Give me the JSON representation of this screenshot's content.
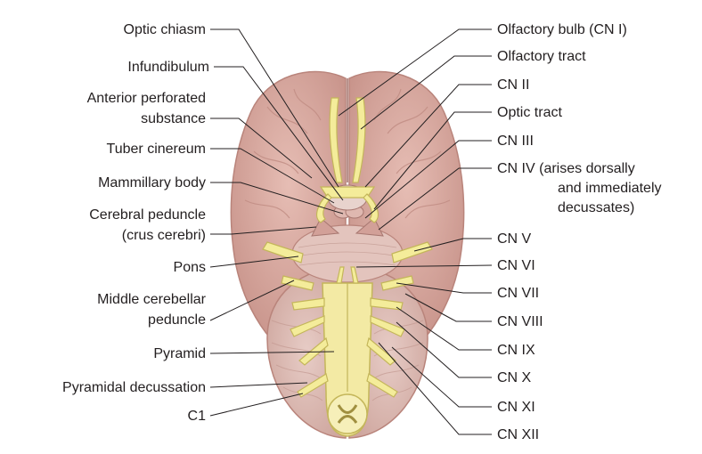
{
  "labels_left": [
    {
      "id": "optic-chiasm",
      "lines": [
        "Optic chiasm"
      ]
    },
    {
      "id": "infundibulum",
      "lines": [
        "Infundibulum"
      ]
    },
    {
      "id": "anterior-perforated-substance",
      "lines": [
        "Anterior perforated",
        "substance"
      ]
    },
    {
      "id": "tuber-cinereum",
      "lines": [
        "Tuber cinereum"
      ]
    },
    {
      "id": "mammillary-body",
      "lines": [
        "Mammillary body"
      ]
    },
    {
      "id": "cerebral-peduncle",
      "lines": [
        "Cerebral peduncle",
        "(crus cerebri)"
      ]
    },
    {
      "id": "pons",
      "lines": [
        "Pons"
      ]
    },
    {
      "id": "middle-cerebellar-peduncle",
      "lines": [
        "Middle cerebellar",
        "peduncle"
      ]
    },
    {
      "id": "pyramid",
      "lines": [
        "Pyramid"
      ]
    },
    {
      "id": "pyramidal-decussation",
      "lines": [
        "Pyramidal decussation"
      ]
    },
    {
      "id": "c1",
      "lines": [
        "C1"
      ]
    }
  ],
  "labels_right": [
    {
      "id": "olfactory-bulb",
      "lines": [
        "Olfactory bulb (CN I)"
      ]
    },
    {
      "id": "olfactory-tract",
      "lines": [
        "Olfactory tract"
      ]
    },
    {
      "id": "cn-ii",
      "lines": [
        "CN II"
      ]
    },
    {
      "id": "optic-tract",
      "lines": [
        "Optic tract"
      ]
    },
    {
      "id": "cn-iii",
      "lines": [
        "CN III"
      ]
    },
    {
      "id": "cn-iv",
      "lines": [
        "CN IV (arises dorsally",
        "and immediately",
        "decussates)"
      ]
    },
    {
      "id": "cn-v",
      "lines": [
        "CN V"
      ]
    },
    {
      "id": "cn-vi",
      "lines": [
        "CN VI"
      ]
    },
    {
      "id": "cn-vii",
      "lines": [
        "CN VII"
      ]
    },
    {
      "id": "cn-viii",
      "lines": [
        "CN VIII"
      ]
    },
    {
      "id": "cn-ix",
      "lines": [
        "CN IX"
      ]
    },
    {
      "id": "cn-x",
      "lines": [
        "CN X"
      ]
    },
    {
      "id": "cn-xi",
      "lines": [
        "CN XI"
      ]
    },
    {
      "id": "cn-xii",
      "lines": [
        "CN XII"
      ]
    }
  ],
  "colors": {
    "brain": "#d9aca3",
    "brain_dark": "#b9847b",
    "cerebellum": "#dcbfb8",
    "nerve": "#f4ec9a",
    "nerve_edge": "#c4b65a",
    "leader": "#231f20"
  }
}
